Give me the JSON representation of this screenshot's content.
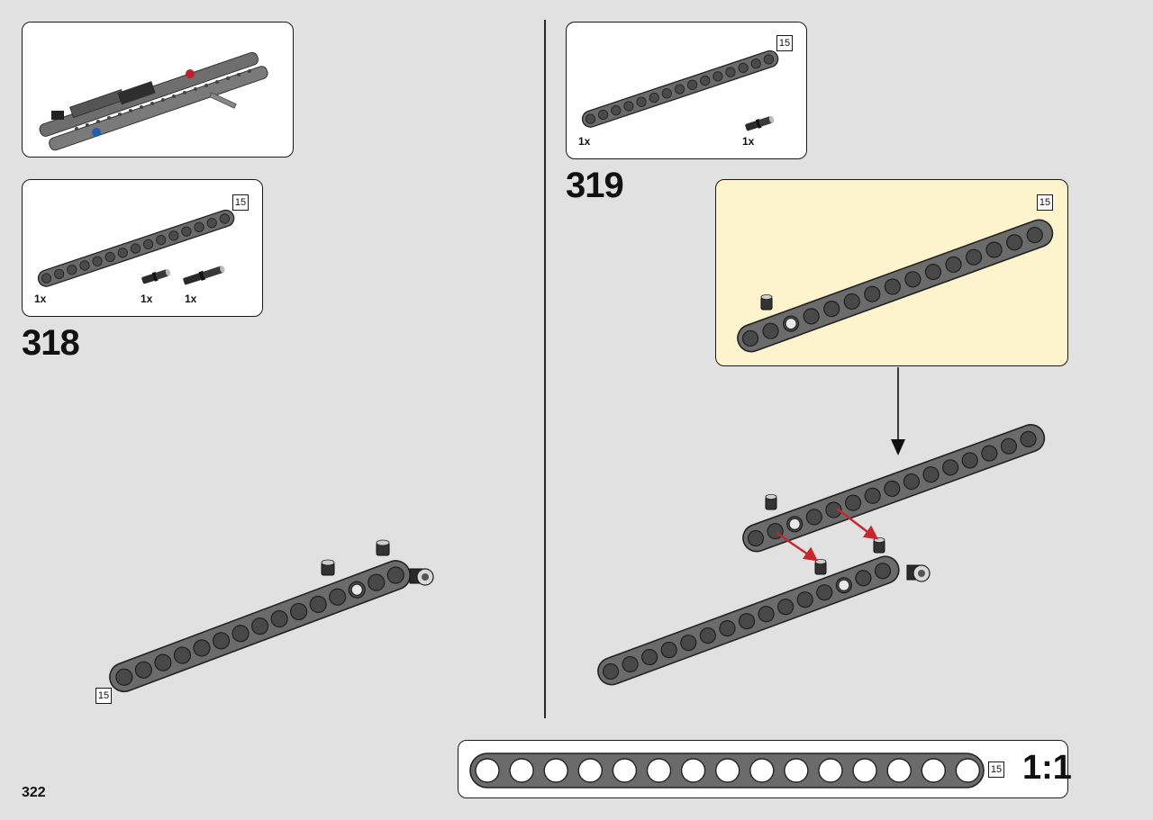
{
  "page": {
    "number": "322"
  },
  "steps": [
    {
      "number": "318",
      "parts": [
        {
          "qty": "1x",
          "part": "beam",
          "length": "15"
        },
        {
          "qty": "1x",
          "part": "short-pin"
        },
        {
          "qty": "1x",
          "part": "long-pin"
        }
      ],
      "callout_length": "15"
    },
    {
      "number": "319",
      "parts": [
        {
          "qty": "1x",
          "part": "beam",
          "length": "15"
        },
        {
          "qty": "1x",
          "part": "short-pin"
        }
      ],
      "subassembly_length": "15"
    }
  ],
  "scale_guide": {
    "length": "15",
    "ratio": "1:1",
    "holes": 15
  },
  "colors": {
    "background": "#e1e1e1",
    "beam": "#6b6b6b",
    "callout": "#fdf3cc",
    "arrow_red": "#c8282d"
  }
}
